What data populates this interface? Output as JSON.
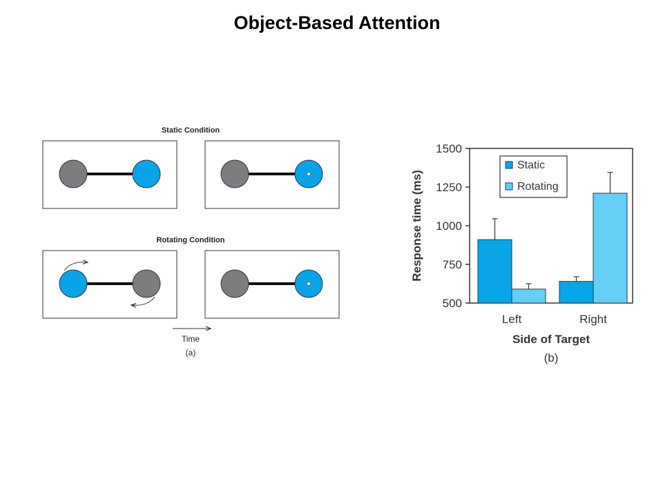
{
  "slide": {
    "title": "Object-Based Attention"
  },
  "panel_a": {
    "static_label": "Static Condition",
    "rotating_label": "Rotating Condition",
    "time_label": "Time",
    "panel_label": "(a)"
  },
  "colors": {
    "cyan": "#0aa3e8",
    "gray": "#7d7d80",
    "static_bar": "#08a6e6",
    "rotating_bar": "#66cff5",
    "bar_stroke": "#1f3a55"
  },
  "chart_data": {
    "type": "bar",
    "categories": [
      "Left",
      "Right"
    ],
    "series": [
      {
        "name": "Static",
        "values": [
          910,
          640
        ],
        "errors": [
          135,
          30
        ]
      },
      {
        "name": "Rotating",
        "values": [
          590,
          1210
        ],
        "errors": [
          35,
          135
        ]
      }
    ],
    "ylabel": "Response time (ms)",
    "xlabel": "Side of Target",
    "ylim": [
      500,
      1500
    ],
    "yticks": [
      500,
      750,
      1000,
      1250,
      1500
    ],
    "legend": "top-left",
    "panel_label": "(b)"
  }
}
